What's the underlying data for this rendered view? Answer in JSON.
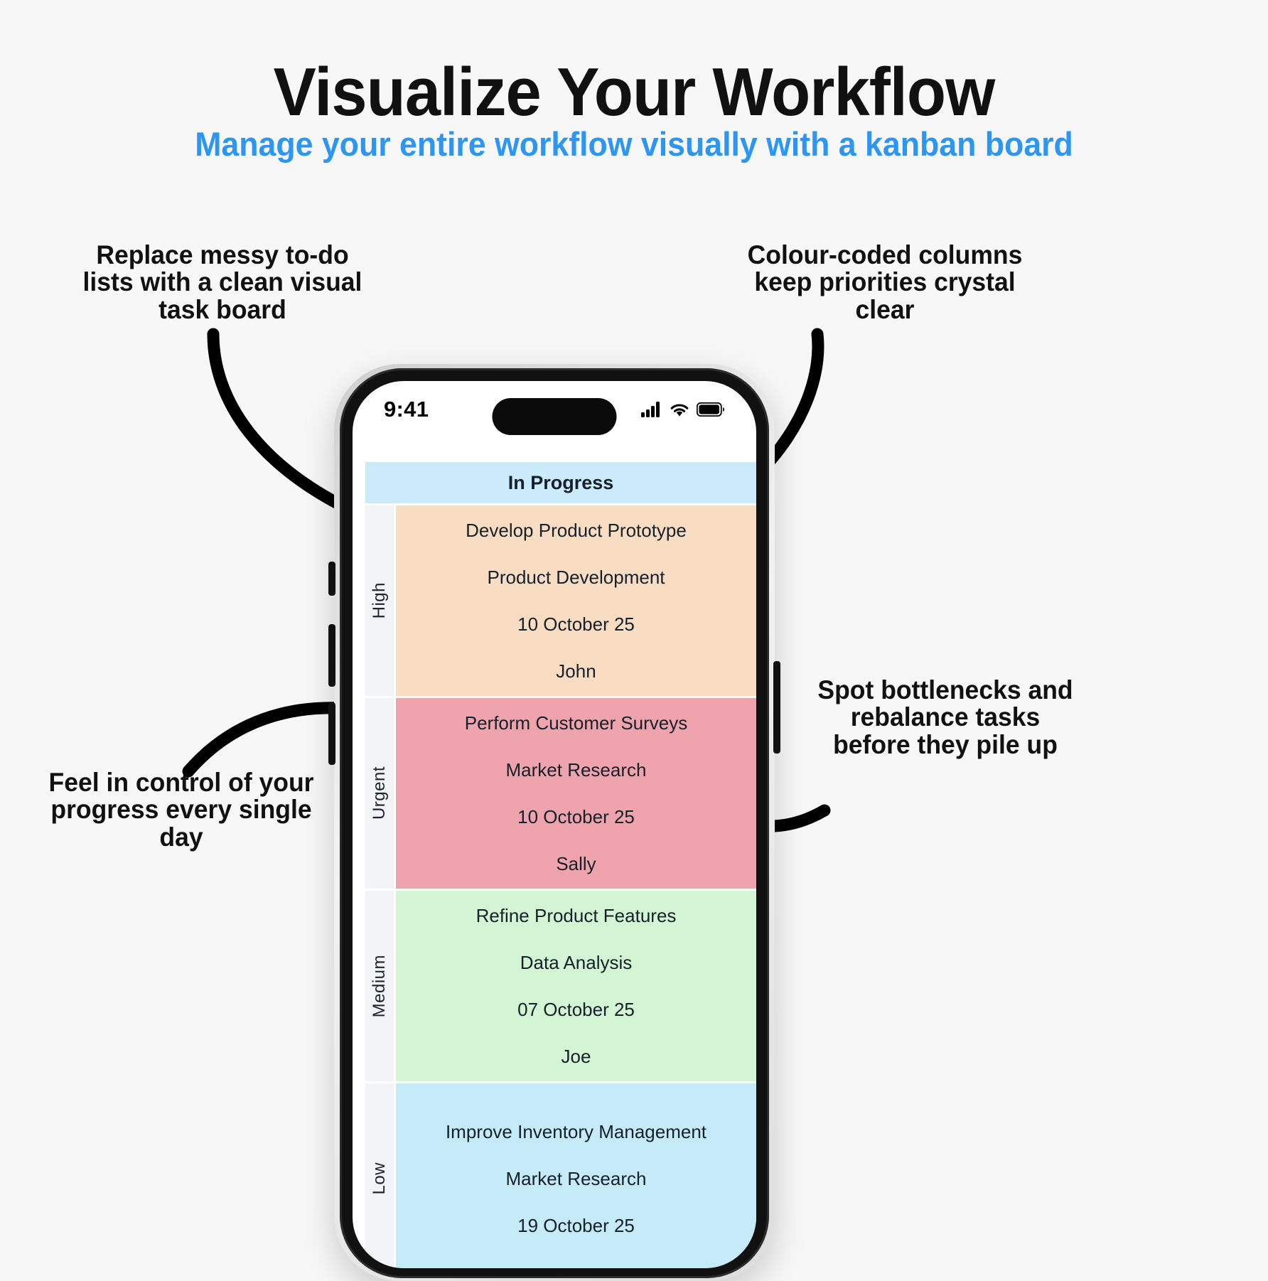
{
  "header": {
    "title": "Visualize Your Workflow",
    "subtitle": "Manage your entire workflow visually with a kanban board"
  },
  "callouts": {
    "top_left": "Replace messy to-do lists with a clean visual task board",
    "top_right": "Colour-coded columns keep priorities crystal clear",
    "bottom_left": "Feel in control of your progress every single day",
    "bottom_right": "Spot bottlenecks and rebalance tasks before they pile up"
  },
  "phone": {
    "status_bar": {
      "time": "9:41",
      "icons": [
        "cellular-signal-icon",
        "wifi-icon",
        "battery-icon"
      ]
    }
  },
  "board": {
    "column_header": "In Progress",
    "rows": [
      {
        "priority": "High",
        "color": "#F8DDC3",
        "task": "Develop Product Prototype",
        "category": "Product Development",
        "date": "10 October 25",
        "assignee": "John"
      },
      {
        "priority": "Urgent",
        "color": "#EFA3AC",
        "task": "Perform Customer Surveys",
        "category": "Market Research",
        "date": "10 October 25",
        "assignee": "Sally"
      },
      {
        "priority": "Medium",
        "color": "#D4F5D3",
        "task": "Refine Product Features",
        "category": "Data Analysis",
        "date": "07 October 25",
        "assignee": "Joe"
      },
      {
        "priority": "Low",
        "color": "#C5EBF8",
        "task": "Improve Inventory Management",
        "category": "Market Research",
        "date": "19 October 25",
        "assignee": ""
      }
    ]
  },
  "colors": {
    "accent_blue": "#2D96F2",
    "background": "#F7F7F7",
    "text": "#111111",
    "header_blue": "#CBEBFA"
  }
}
